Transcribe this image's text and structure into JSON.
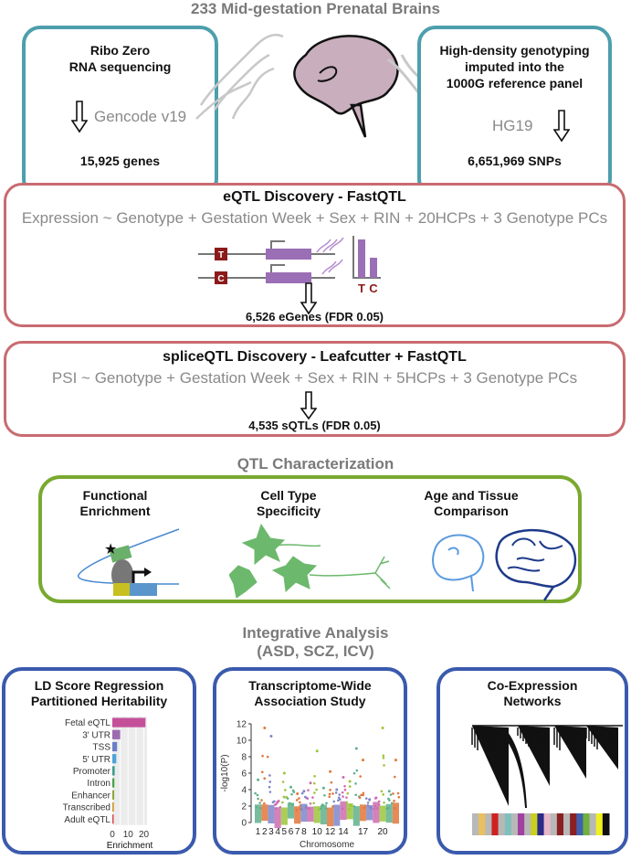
{
  "header": {
    "title": "233 Mid-gestation Prenatal Brains"
  },
  "rna_box": {
    "title_line1": "Ribo Zero",
    "title_line2": "RNA sequencing",
    "annotation": "Gencode v19",
    "result": "15,925 genes"
  },
  "geno_box": {
    "title_line1": "High-density genotyping",
    "title_line2": "imputed into the",
    "title_line3": "1000G reference panel",
    "annotation": "HG19",
    "result": "6,651,969 SNPs"
  },
  "eqtl_box": {
    "title": "eQTL Discovery - FastQTL",
    "formula": "Expression ~ Genotype + Gestation Week + Sex + RIN + 20HCPs + 3 Genotype PCs",
    "allele_top": "T",
    "allele_bottom": "C",
    "bar_labels": [
      "T",
      "C"
    ],
    "result": "6,526 eGenes (FDR 0.05)"
  },
  "sqtl_box": {
    "title": "spliceQTL Discovery - Leafcutter + FastQTL",
    "formula": "PSI ~ Genotype + Gestation Week + Sex + RIN + 5HCPs + 3 Genotype PCs",
    "result": "4,535 sQTLs (FDR 0.05)"
  },
  "characterization": {
    "section_title": "QTL Characterization",
    "panels": [
      {
        "line1": "Functional",
        "line2": "Enrichment"
      },
      {
        "line1": "Cell Type",
        "line2": "Specificity"
      },
      {
        "line1": "Age and Tissue",
        "line2": "Comparison"
      }
    ]
  },
  "integrative": {
    "section_title_line1": "Integrative Analysis",
    "section_title_line2": "(ASD, SCZ, ICV)",
    "panels": [
      {
        "line1": "LD Score Regression",
        "line2": "Partitioned Heritability"
      },
      {
        "line1": "Transcriptome-Wide",
        "line2": "Association Study"
      },
      {
        "line1": "Co-Expression",
        "line2": "Networks"
      }
    ]
  },
  "colors": {
    "teal": "#4d9fac",
    "red": "#c86b70",
    "green": "#79a92f",
    "blue": "#3a5aad",
    "purple": "#9b6fb6",
    "darkred": "#8b1a1a"
  },
  "chart_data": [
    {
      "type": "bar",
      "orientation": "horizontal",
      "title": "LD Score Regression Partitioned Heritability",
      "categories": [
        "Fetal eQTL",
        "3' UTR",
        "TSS",
        "5' UTR",
        "Promoter",
        "Intron",
        "Enhancer",
        "Transcribed",
        "Adult eQTL"
      ],
      "values": [
        21,
        5,
        3,
        2.5,
        1.5,
        1.3,
        1.2,
        1.0,
        0.5
      ],
      "colors": [
        "#c4509a",
        "#9c6cb0",
        "#6b7fc6",
        "#4ea3d8",
        "#3e9c8a",
        "#4aa04a",
        "#8aa83a",
        "#d09a30",
        "#d84a4a"
      ],
      "xlabel": "Enrichment",
      "xticks": [
        0,
        10,
        20
      ],
      "xlim": [
        0,
        22
      ],
      "grid": true
    },
    {
      "type": "scatter",
      "title": "Transcriptome-Wide Association Study",
      "xlabel": "Chromosome",
      "ylabel": "-log10(P)",
      "yticks": [
        0,
        2,
        4,
        6,
        8,
        10,
        12
      ],
      "ylim": [
        0,
        12
      ],
      "xtick_labels": [
        "1",
        "2",
        "3",
        "4",
        "5",
        "6",
        "7",
        "8",
        "10",
        "12",
        "14",
        "17",
        "20"
      ],
      "chromosomes": [
        {
          "chr": 1,
          "max": 5.2,
          "color": "#5fb08c"
        },
        {
          "chr": 2,
          "max": 11.5,
          "color": "#e0773a"
        },
        {
          "chr": 3,
          "max": 10.5,
          "color": "#7f86c8"
        },
        {
          "chr": 4,
          "max": 2.5,
          "color": "#cf6bb0"
        },
        {
          "chr": 5,
          "max": 6.0,
          "color": "#9bc63a"
        },
        {
          "chr": 6,
          "max": 4.3,
          "color": "#5fb08c"
        },
        {
          "chr": 7,
          "max": 3.5,
          "color": "#e0773a"
        },
        {
          "chr": 8,
          "max": 3.8,
          "color": "#7f86c8"
        },
        {
          "chr": 9,
          "max": 4.8,
          "color": "#cf6bb0"
        },
        {
          "chr": 10,
          "max": 8.7,
          "color": "#9bc63a"
        },
        {
          "chr": 11,
          "max": 4.2,
          "color": "#5fb08c"
        },
        {
          "chr": 12,
          "max": 6.2,
          "color": "#e0773a"
        },
        {
          "chr": 13,
          "max": 4.0,
          "color": "#7f86c8"
        },
        {
          "chr": 14,
          "max": 5.5,
          "color": "#cf6bb0"
        },
        {
          "chr": 15,
          "max": 5.0,
          "color": "#9bc63a"
        },
        {
          "chr": 16,
          "max": 9.0,
          "color": "#5fb08c"
        },
        {
          "chr": 17,
          "max": 7.6,
          "color": "#e0773a"
        },
        {
          "chr": 18,
          "max": 2.8,
          "color": "#7f86c8"
        },
        {
          "chr": 19,
          "max": 3.0,
          "color": "#cf6bb0"
        },
        {
          "chr": 20,
          "max": 11.5,
          "color": "#9bc63a"
        },
        {
          "chr": 21,
          "max": 3.8,
          "color": "#5fb08c"
        },
        {
          "chr": 22,
          "max": 7.6,
          "color": "#e0773a"
        }
      ]
    },
    {
      "type": "heatmap",
      "title": "Co-Expression Networks",
      "module_colors": [
        "#b8b8b8",
        "#e8c060",
        "#b8b8b8",
        "#d02020",
        "#b8b8b8",
        "#7fbfbc",
        "#b8b8b8",
        "#a040a0",
        "#b8b8b8",
        "#c8d020",
        "#2a2a8a",
        "#e8b8c8",
        "#b8b8b8",
        "#8a2020",
        "#b8b8b8",
        "#8a2020",
        "#4060b0",
        "#70b040",
        "#b8b8b8",
        "#f0f020",
        "#101010"
      ]
    }
  ]
}
